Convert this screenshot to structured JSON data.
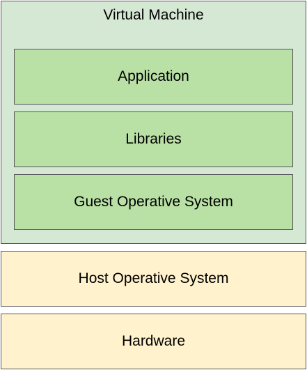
{
  "virtual_machine": {
    "title": "Virtual Machine",
    "layers": {
      "application": "Application",
      "libraries": "Libraries",
      "guest_os": "Guest Operative System"
    }
  },
  "host_os": "Host Operative System",
  "hardware": "Hardware",
  "colors": {
    "vm_fill": "#d5e8d4",
    "vm_layer_fill": "#b9e0a5",
    "host_fill": "#fff2cc",
    "border": "#555555"
  }
}
